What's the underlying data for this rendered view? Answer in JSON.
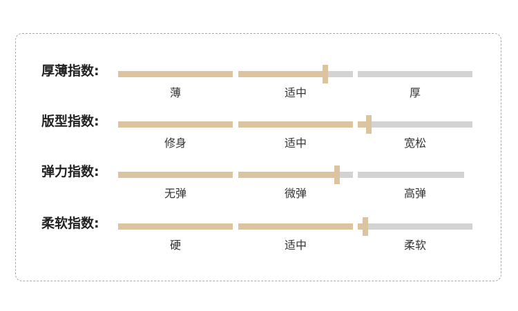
{
  "rows": [
    {
      "label": "厚薄指数:",
      "ticks": [
        "薄",
        "适中",
        "厚"
      ],
      "level_percent": 58.5
    },
    {
      "label": "版型指数:",
      "ticks": [
        "修身",
        "适中",
        "宽松"
      ],
      "level_percent": 70.8
    },
    {
      "label": "弹力指数:",
      "ticks": [
        "无弹",
        "微弹",
        "高弹"
      ],
      "level_percent": 61.7
    },
    {
      "label": "柔软指数:",
      "ticks": [
        "硬",
        "适中",
        "柔软"
      ],
      "level_percent": 69.8
    }
  ],
  "colors": {
    "fill": "#dcc4a1",
    "track": "#d3d3d3",
    "border": "#a9a9a9",
    "label": "#222222"
  }
}
